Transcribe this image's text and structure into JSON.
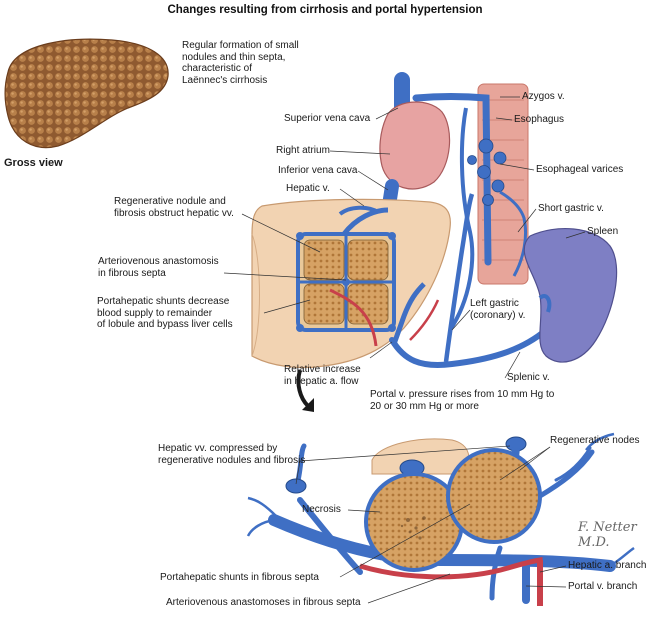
{
  "title": "Changes resulting from cirrhosis and portal hypertension",
  "gross": {
    "caption": "Regular formation of small\nnodules and thin septa,\ncharacteristic of\nLaënnec's cirrhosis",
    "label": "Gross view"
  },
  "labels": {
    "azygos": "Azygos v.",
    "svc": "Superior vena cava",
    "esophagus": "Esophagus",
    "right_atrium": "Right atrium",
    "esophageal_varices": "Esophageal varices",
    "ivc": "Inferior vena cava",
    "hepatic_v": "Hepatic v.",
    "regen_nodule": "Regenerative nodule and\nfibrosis obstruct hepatic vv.",
    "short_gastric": "Short gastric v.",
    "spleen": "Spleen",
    "av_anastomosis": "Arteriovenous anastomosis\nin fibrous septa",
    "portahepatic": "Portahepatic shunts decrease\nblood supply to remainder\nof lobule and bypass liver cells",
    "left_gastric": "Left gastric\n(coronary) v.",
    "hepatic_a_flow": "Relative increase\nin hepatic a. flow",
    "splenic": "Splenic v.",
    "portal_pressure": "Portal v. pressure rises from 10 mm Hg to\n20 or 30 mm Hg or more",
    "hepatic_vv_compressed": "Hepatic vv. compressed by\nregenerative nodules and fibrosis",
    "regen_nodes": "Regenerative nodes",
    "necrosis": "Necrosis",
    "hepatic_a_branch": "Hepatic a. branch",
    "portahepatic_septa": "Portahepatic shunts in fibrous septa",
    "portal_v_branch": "Portal v. branch",
    "av_anastomoses_septa": "Arteriovenous anastomoses in fibrous septa"
  },
  "signature": "F. Netter M.D.",
  "colors": {
    "vein_blue": "#3f6fc4",
    "artery_red": "#c8404a",
    "liver_tan": "#f2d3b2",
    "spleen_purple": "#7e7fc4",
    "esophagus_pink": "#e7a59a",
    "nodule_tan": "#d9a66d",
    "gross_liver": "#9a6236"
  }
}
